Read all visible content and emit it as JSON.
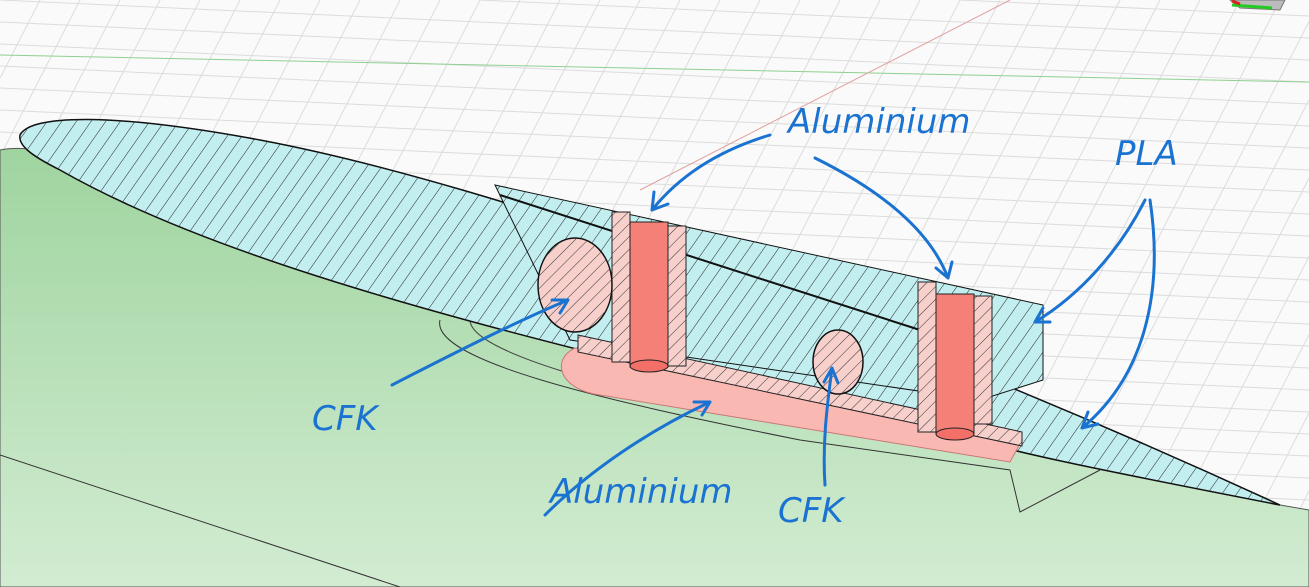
{
  "colors": {
    "ground": "#c4e6c4",
    "pla": "#c2eef0",
    "aluminium_spar": "#f58078",
    "aluminium_plate": "#f9b8b2",
    "annotation": "#1a73d0"
  },
  "annotations": {
    "aluminium_top": "Aluminium",
    "pla": "PLA",
    "cfk_left": "CFK",
    "aluminium_bottom": "Aluminium",
    "cfk_right": "CFK"
  }
}
